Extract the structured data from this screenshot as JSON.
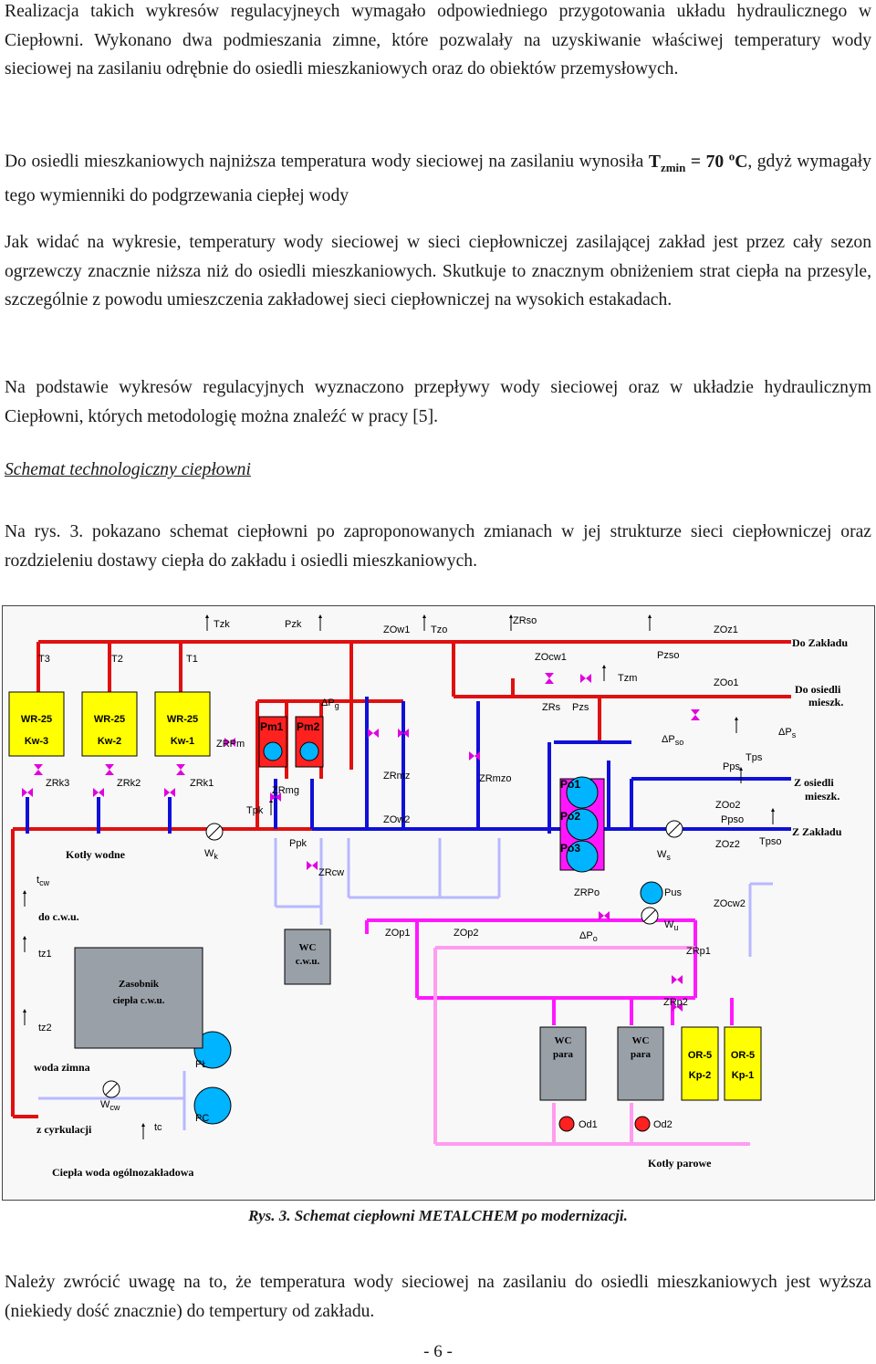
{
  "paragraphs": {
    "p1": "Realizacja takich wykresów regulacyjneych wymagało odpowiedniego przygotowania układu hydraulicznego w Ciepłowni. Wykonano dwa podmieszania zimne, które pozwalały na uzyskiwanie właściwej temperatury wody sieciowej na zasilaniu odrębnie do osiedli mieszkaniowych oraz do obiektów przemysłowych.",
    "p2_a": "Do osiedli mieszkaniowych najniższa temperatura wody sieciowej na zasilaniu wynosiła ",
    "p2_T": "T",
    "p2_sub": "zmin",
    "p2_eq": " = 70 ",
    "p2_sup": "o",
    "p2_C": "C",
    "p2_b": ", gdyż wymagały tego wymienniki do podgrzewania ciepłej wody",
    "p3": "Jak widać na wykresie, temperatury wody sieciowej w sieci ciepłowniczej zasilającej zakład jest przez cały sezon ogrzewczy znacznie niższa niż do osiedli mieszkaniowych. Skutkuje to znacznym obniżeniem strat ciepła na przesyle, szczególnie z powodu umieszczenia zakładowej sieci ciepłowniczej na wysokich estakadach.",
    "p4": "Na podstawie wykresów regulacyjnych wyznaczono przepływy wody sieciowej oraz w układzie hydraulicznym Ciepłowni, których metodologię można znaleźć w pracy [5].",
    "heading": "Schemat technologiczny ciepłowni",
    "p5": "Na rys. 3. pokazano schemat ciepłowni po zaproponowanych zmianach w jej strukturze sieci ciepłowniczej oraz rozdzieleniu dostawy ciepła do zakładu i osiedli mieszkaniowych.",
    "caption": "Rys. 3. Schemat ciepłowni METALCHEM po modernizacji.",
    "p6": "Należy zwrócić uwagę na to, że temperatura wody sieciowej na zasilaniu do osiedli mieszkaniowych jest wyższa (niekiedy dość znacznie) do tempertury od zakładu.",
    "page": "- 6 -"
  },
  "diagram": {
    "colors": {
      "supply_red": "#e01010",
      "return_blue": "#1010d8",
      "magenta": "#ff18ff",
      "pink": "#ff9cf0",
      "lavender": "#b8b8ff",
      "boiler_yellow": "#ffff00",
      "tank_gray": "#9aa0a8",
      "pump_cyan": "#00b4ff",
      "valve_magenta": "#e000e0"
    },
    "boilers_water": [
      {
        "top": "T3",
        "name": "WR-25",
        "id": "Kw-3",
        "valve": "ZRk3"
      },
      {
        "top": "T2",
        "name": "WR-25",
        "id": "Kw-2",
        "valve": "ZRk2"
      },
      {
        "top": "T1",
        "name": "WR-25",
        "id": "Kw-1",
        "valve": "ZRk1"
      }
    ],
    "boilers_steam": [
      {
        "name": "OR-5",
        "id": "Kp-2"
      },
      {
        "name": "OR-5",
        "id": "Kp-1"
      }
    ],
    "labels": {
      "Tzk": "Tzk",
      "Pzk": "Pzk",
      "ZOw1": "ZOw1",
      "Tzo": "Tzo",
      "ZRso": "ZRso",
      "ZOz1": "ZOz1",
      "do_zakladu": "Do Zakładu",
      "ZOcw1": "ZOcw1",
      "Pzso": "Pzso",
      "Tzm": "Tzm",
      "ZOo1": "ZOo1",
      "do_osiedli_1": "Do osiedli",
      "do_osiedli_2": "mieszk.",
      "dPg": "ΔP",
      "dPg_sub": "g",
      "Pm1": "Pm1",
      "Pm2": "Pm2",
      "ZRPm": "ZRPm",
      "ZRs": "ZRs",
      "Pzs": "Pzs",
      "dPso": "ΔP",
      "dPso_sub": "so",
      "dPs": "ΔP",
      "dPs_sub": "s",
      "Pps": "Pps",
      "Tps": "Tps",
      "ZRmg": "ZRmg",
      "ZRmz": "ZRmz",
      "ZRmzo": "ZRmzo",
      "z_osiedli_1": "Z osiedli",
      "z_osiedli_2": "mieszk.",
      "ZOo2": "ZOo2",
      "Ppso": "Ppso",
      "Tpk": "Tpk",
      "ZOw2": "ZOw2",
      "z_zakladu": "Z Zakładu",
      "ZOz2": "ZOz2",
      "Tpso": "Tpso",
      "Ppk": "Ppk",
      "Wk": "W",
      "Wk_sub": "k",
      "Ws": "W",
      "Ws_sub": "s",
      "Po1": "Po1",
      "Po2": "Po2",
      "Po3": "Po3",
      "kotly_wodne": "Kotły wodne",
      "tcw": "t",
      "tcw_sub": "cw",
      "ZRcw": "ZRcw",
      "ZRPo": "ZRPo",
      "Pus": "Pus",
      "ZOcw2": "ZOcw2",
      "do_cwu": "do c.w.u.",
      "ZOp1": "ZOp1",
      "ZOp2": "ZOp2",
      "dPo": "ΔP",
      "dPo_sub": "o",
      "Wu": "W",
      "Wu_sub": "u",
      "tz1": "tz1",
      "ZRp1": "ZRp1",
      "wc_cwu_1": "WC",
      "wc_cwu_2": "c.w.u.",
      "zasobnik_1": "Zasobnik",
      "zasobnik_2": "ciepła c.w.u.",
      "ZRp2": "ZRp2",
      "tz2": "tz2",
      "wc_para_1": "WC",
      "wc_para_2": "para",
      "woda_zimna": "woda zimna",
      "PL": "PŁ",
      "Wcw": "W",
      "Wcw_sub": "cw",
      "PC": "PC",
      "z_cyrkulacji": "z cyrkulacji",
      "tc": "tc",
      "Od1": "Od1",
      "Od2": "Od2",
      "ciepla_woda": "Ciepła woda ogólnozakładowa",
      "kotly_parowe": "Kotły parowe"
    }
  }
}
